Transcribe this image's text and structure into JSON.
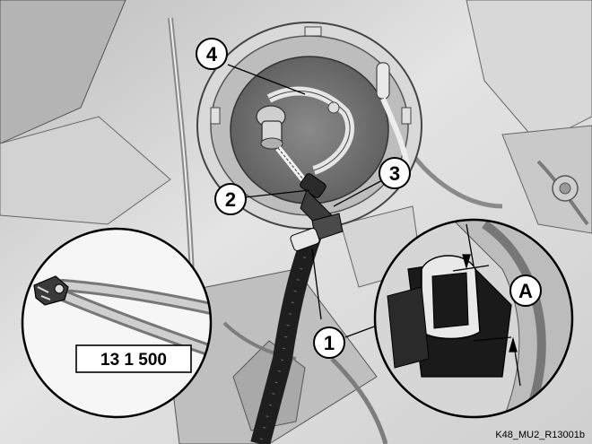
{
  "callouts": {
    "c1": "1",
    "c2": "2",
    "c3": "3",
    "c4": "4",
    "cA": "A"
  },
  "tool_number": "13 1 500",
  "image_reference": "K48_MU2_R13001b",
  "colors": {
    "background_light": "#e6e6e6",
    "background_mid": "#c8c8c8",
    "shadow_dark": "#6f6f6f",
    "hose_black": "#1e1e1e",
    "outline": "#000000"
  }
}
